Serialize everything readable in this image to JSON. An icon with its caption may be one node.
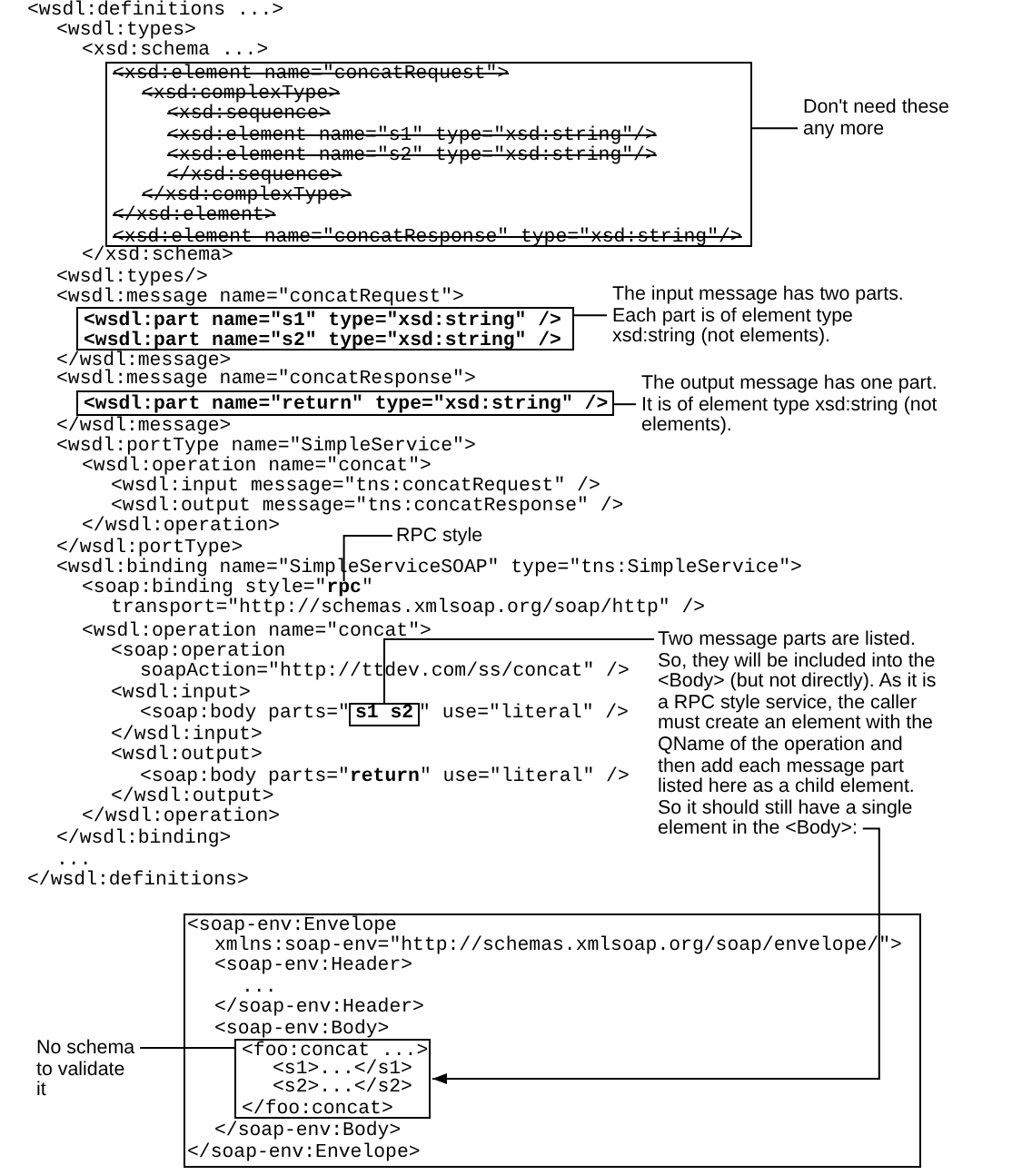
{
  "diagram": {
    "nodes": [
      {
        "text": [
          "<xsd:element name=\"concatRequest\">",
          "<xsd:complexType>",
          "<xsd:sequence>",
          "<xsd:element name=\"s1\" type=\"xsd:string\"/>",
          "<xsd:element name=\"s2\" type=\"xsd:string\"/>",
          "</xsd:sequence>",
          "</xsd:complexType>",
          "</xsd:element>",
          "<xsd:element name=\"concatResponse\" type=\"xsd:string\"/>"
        ]
      },
      {
        "text": [
          "Don't need these any more"
        ]
      },
      {
        "text": [
          "<wsdl:part name=\"s1\" type=\"xsd:string\" />",
          "<wsdl:part name=\"s2\" type=\"xsd:string\" />"
        ]
      },
      {
        "text": [
          "The input message has two parts. Each part is of element type xsd:string (not elements)."
        ]
      },
      {
        "text": [
          "<wsdl:part name=\"return\" type=\"xsd:string\" />"
        ]
      },
      {
        "text": [
          "The output message has one part. It is of element type xsd:string (not elements)."
        ]
      },
      {
        "text": [
          "RPC style"
        ]
      },
      {
        "text": [
          "rpc"
        ]
      },
      {
        "text": [
          "s1 s2"
        ]
      },
      {
        "text": [
          "Two message parts are listed. So, they will be included into the <Body> (but not directly). As it is a RPC style service, the caller must create an element with the QName of the operation and then add each message part listed here as a child element. So it should still have a single element in the <Body>:"
        ]
      },
      {
        "text": [
          "<soap-env:Envelope",
          "xmlns:soap-env=\"http://schemas.xmlsoap.org/soap/envelope/\">",
          "<soap-env:Header>",
          "...",
          "</soap-env:Header>",
          "<soap-env:Body>",
          "</soap-env:Body>",
          "</soap-env:Envelope>"
        ]
      },
      {
        "text": [
          "<foo:concat ...>",
          "<s1>...</s1>",
          "<s2>...</s2>",
          "</foo:concat>"
        ],
        "in": 10
      },
      {
        "text": [
          "No schema to validate it"
        ]
      }
    ],
    "edges": [
      {
        "from": 1,
        "to": 0,
        "arrow": "none"
      },
      {
        "from": 3,
        "to": 2,
        "arrow": "none"
      },
      {
        "from": 5,
        "to": 4,
        "arrow": "none"
      },
      {
        "from": 6,
        "to": 7,
        "arrow": "none"
      },
      {
        "from": 9,
        "to": 8,
        "arrow": "none"
      },
      {
        "from": 9,
        "to": 11,
        "arrow": "to"
      },
      {
        "from": 12,
        "to": 11,
        "arrow": "none"
      }
    ],
    "labels": [
      "<wsdl:definitions ...>",
      "<wsdl:types>",
      "<xsd:schema ...>",
      "</xsd:schema>",
      "<wsdl:types/>",
      "<wsdl:message name=\"concatRequest\">",
      "</wsdl:message>",
      "<wsdl:message name=\"concatResponse\">",
      "</wsdl:message>",
      "<wsdl:portType name=\"SimpleService\">",
      "<wsdl:operation name=\"concat\">",
      "<wsdl:input message=\"tns:concatRequest\" />",
      "<wsdl:output message=\"tns:concatResponse\" />",
      "</wsdl:operation>",
      "</wsdl:portType>",
      "<wsdl:binding name=\"SimpleServiceSOAP\" type=\"tns:SimpleService\">",
      "<soap:binding style=\"",
      "\"",
      "transport=\"http://schemas.xmlsoap.org/soap/http\" />",
      "<wsdl:operation name=\"concat\">",
      "<soap:operation",
      "soapAction=\"http://ttdev.com/ss/concat\" />",
      "<wsdl:input>",
      "<soap:body parts=\"",
      "\" use=\"literal\" />",
      "</wsdl:input>",
      "<wsdl:output>",
      "<soap:body parts=\"**return**\" use=\"literal\" />",
      "</wsdl:output>",
      "</wsdl:operation>",
      "</wsdl:binding>",
      "...",
      "</wsdl:definitions>"
    ]
  }
}
